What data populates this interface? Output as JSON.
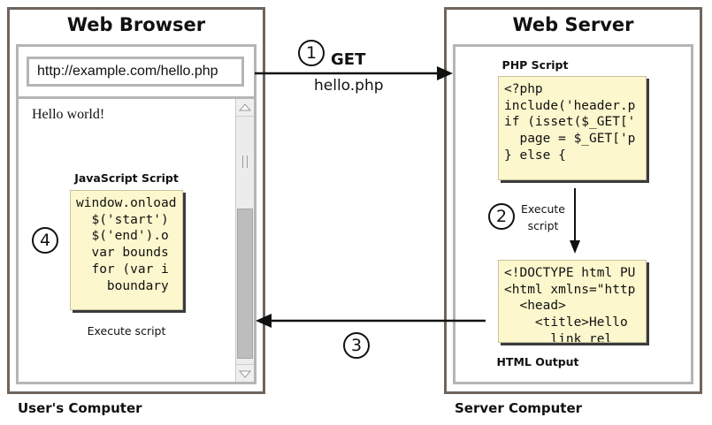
{
  "browser": {
    "title": "Web Browser",
    "url": "http://example.com/hello.php",
    "page_text": "Hello world!",
    "js_script_label": "JavaScript Script",
    "js_code": [
      "window.onload",
      "  $('start')",
      "  $('end').o",
      "  var bounds",
      "  for (var i",
      "    boundary"
    ],
    "execute_label": "Execute script"
  },
  "server": {
    "title": "Web Server",
    "php_label": "PHP Script",
    "php_code": [
      "<?php",
      "include('header.p",
      "if (isset($_GET['",
      "  page = $_GET['p",
      "} else {"
    ],
    "execute_label_line1": "Execute",
    "execute_label_line2": "script",
    "html_code": [
      "<!DOCTYPE html PU",
      "<html xmlns=\"http",
      "  <head>",
      "    <title>Hello",
      "      link rel"
    ],
    "html_label": "HTML Output"
  },
  "request": {
    "method": "GET",
    "resource": "hello.php"
  },
  "steps": [
    "1",
    "2",
    "3",
    "4"
  ],
  "captions": {
    "client": "User's Computer",
    "server": "Server Computer"
  },
  "icons": {
    "scroll_up": "scroll-up-arrow-icon",
    "scroll_down": "scroll-down-arrow-icon",
    "scroll_grip": "scroll-grip-icon"
  },
  "colors": {
    "outer_border": "#6f655d",
    "inner_border": "#b5b5b5",
    "code_background": "#fdf7cd"
  }
}
